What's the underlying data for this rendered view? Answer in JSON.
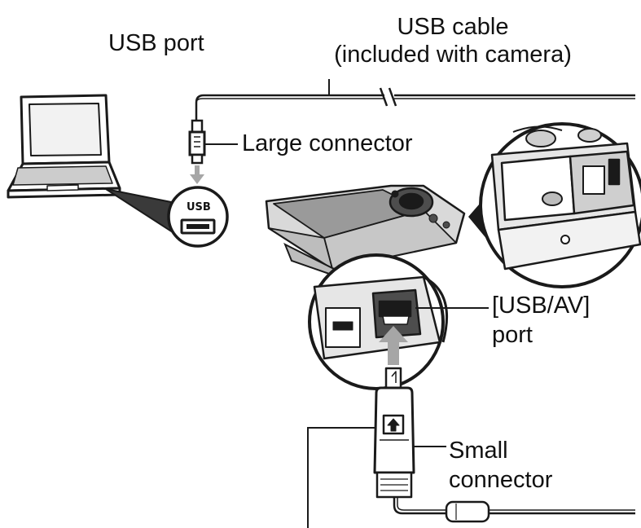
{
  "labels": {
    "usb_port": "USB port",
    "usb_cable_line1": "USB cable",
    "usb_cable_line2": "(included with camera)",
    "large_connector": "Large connector",
    "usb_av_line1": "[USB/AV]",
    "usb_av_line2": "port",
    "small_connector_line1": "Small",
    "small_connector_line2": "connector",
    "port_marking": "USB"
  },
  "colors": {
    "ink": "#1a1a1a",
    "arrow": "#a6a6a6",
    "camera_body": "#d9d9d9",
    "camera_dark": "#4d4d4d"
  }
}
